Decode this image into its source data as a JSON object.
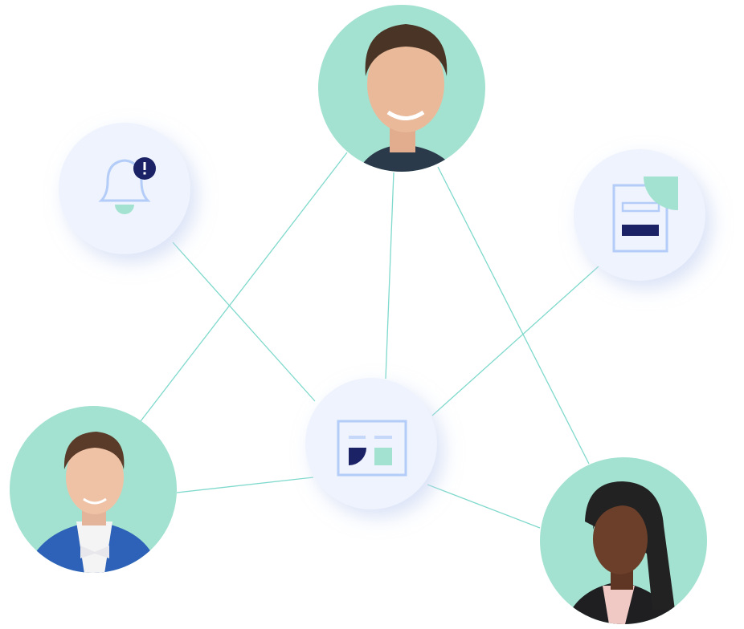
{
  "colors": {
    "connector": "#7fd9cc",
    "avatar_bg": "#a3e2d0",
    "icon_node_bg": "#eef3fd",
    "icon_outline": "#b4cdf8",
    "accent_dark": "#1b2366",
    "accent_mint": "#a3e2d0",
    "skin_light": "#e9b99a",
    "skin_dark": "#6b3f2a",
    "hair_brown": "#4a3426"
  },
  "nodes": [
    {
      "kind": "person",
      "name": "person-top"
    },
    {
      "kind": "icon",
      "name": "bell-alert",
      "icon": "bell-icon"
    },
    {
      "kind": "icon",
      "name": "document",
      "icon": "document-icon"
    },
    {
      "kind": "icon",
      "name": "dashboard",
      "icon": "dashboard-icon"
    },
    {
      "kind": "person",
      "name": "person-left"
    },
    {
      "kind": "person",
      "name": "person-right"
    }
  ]
}
